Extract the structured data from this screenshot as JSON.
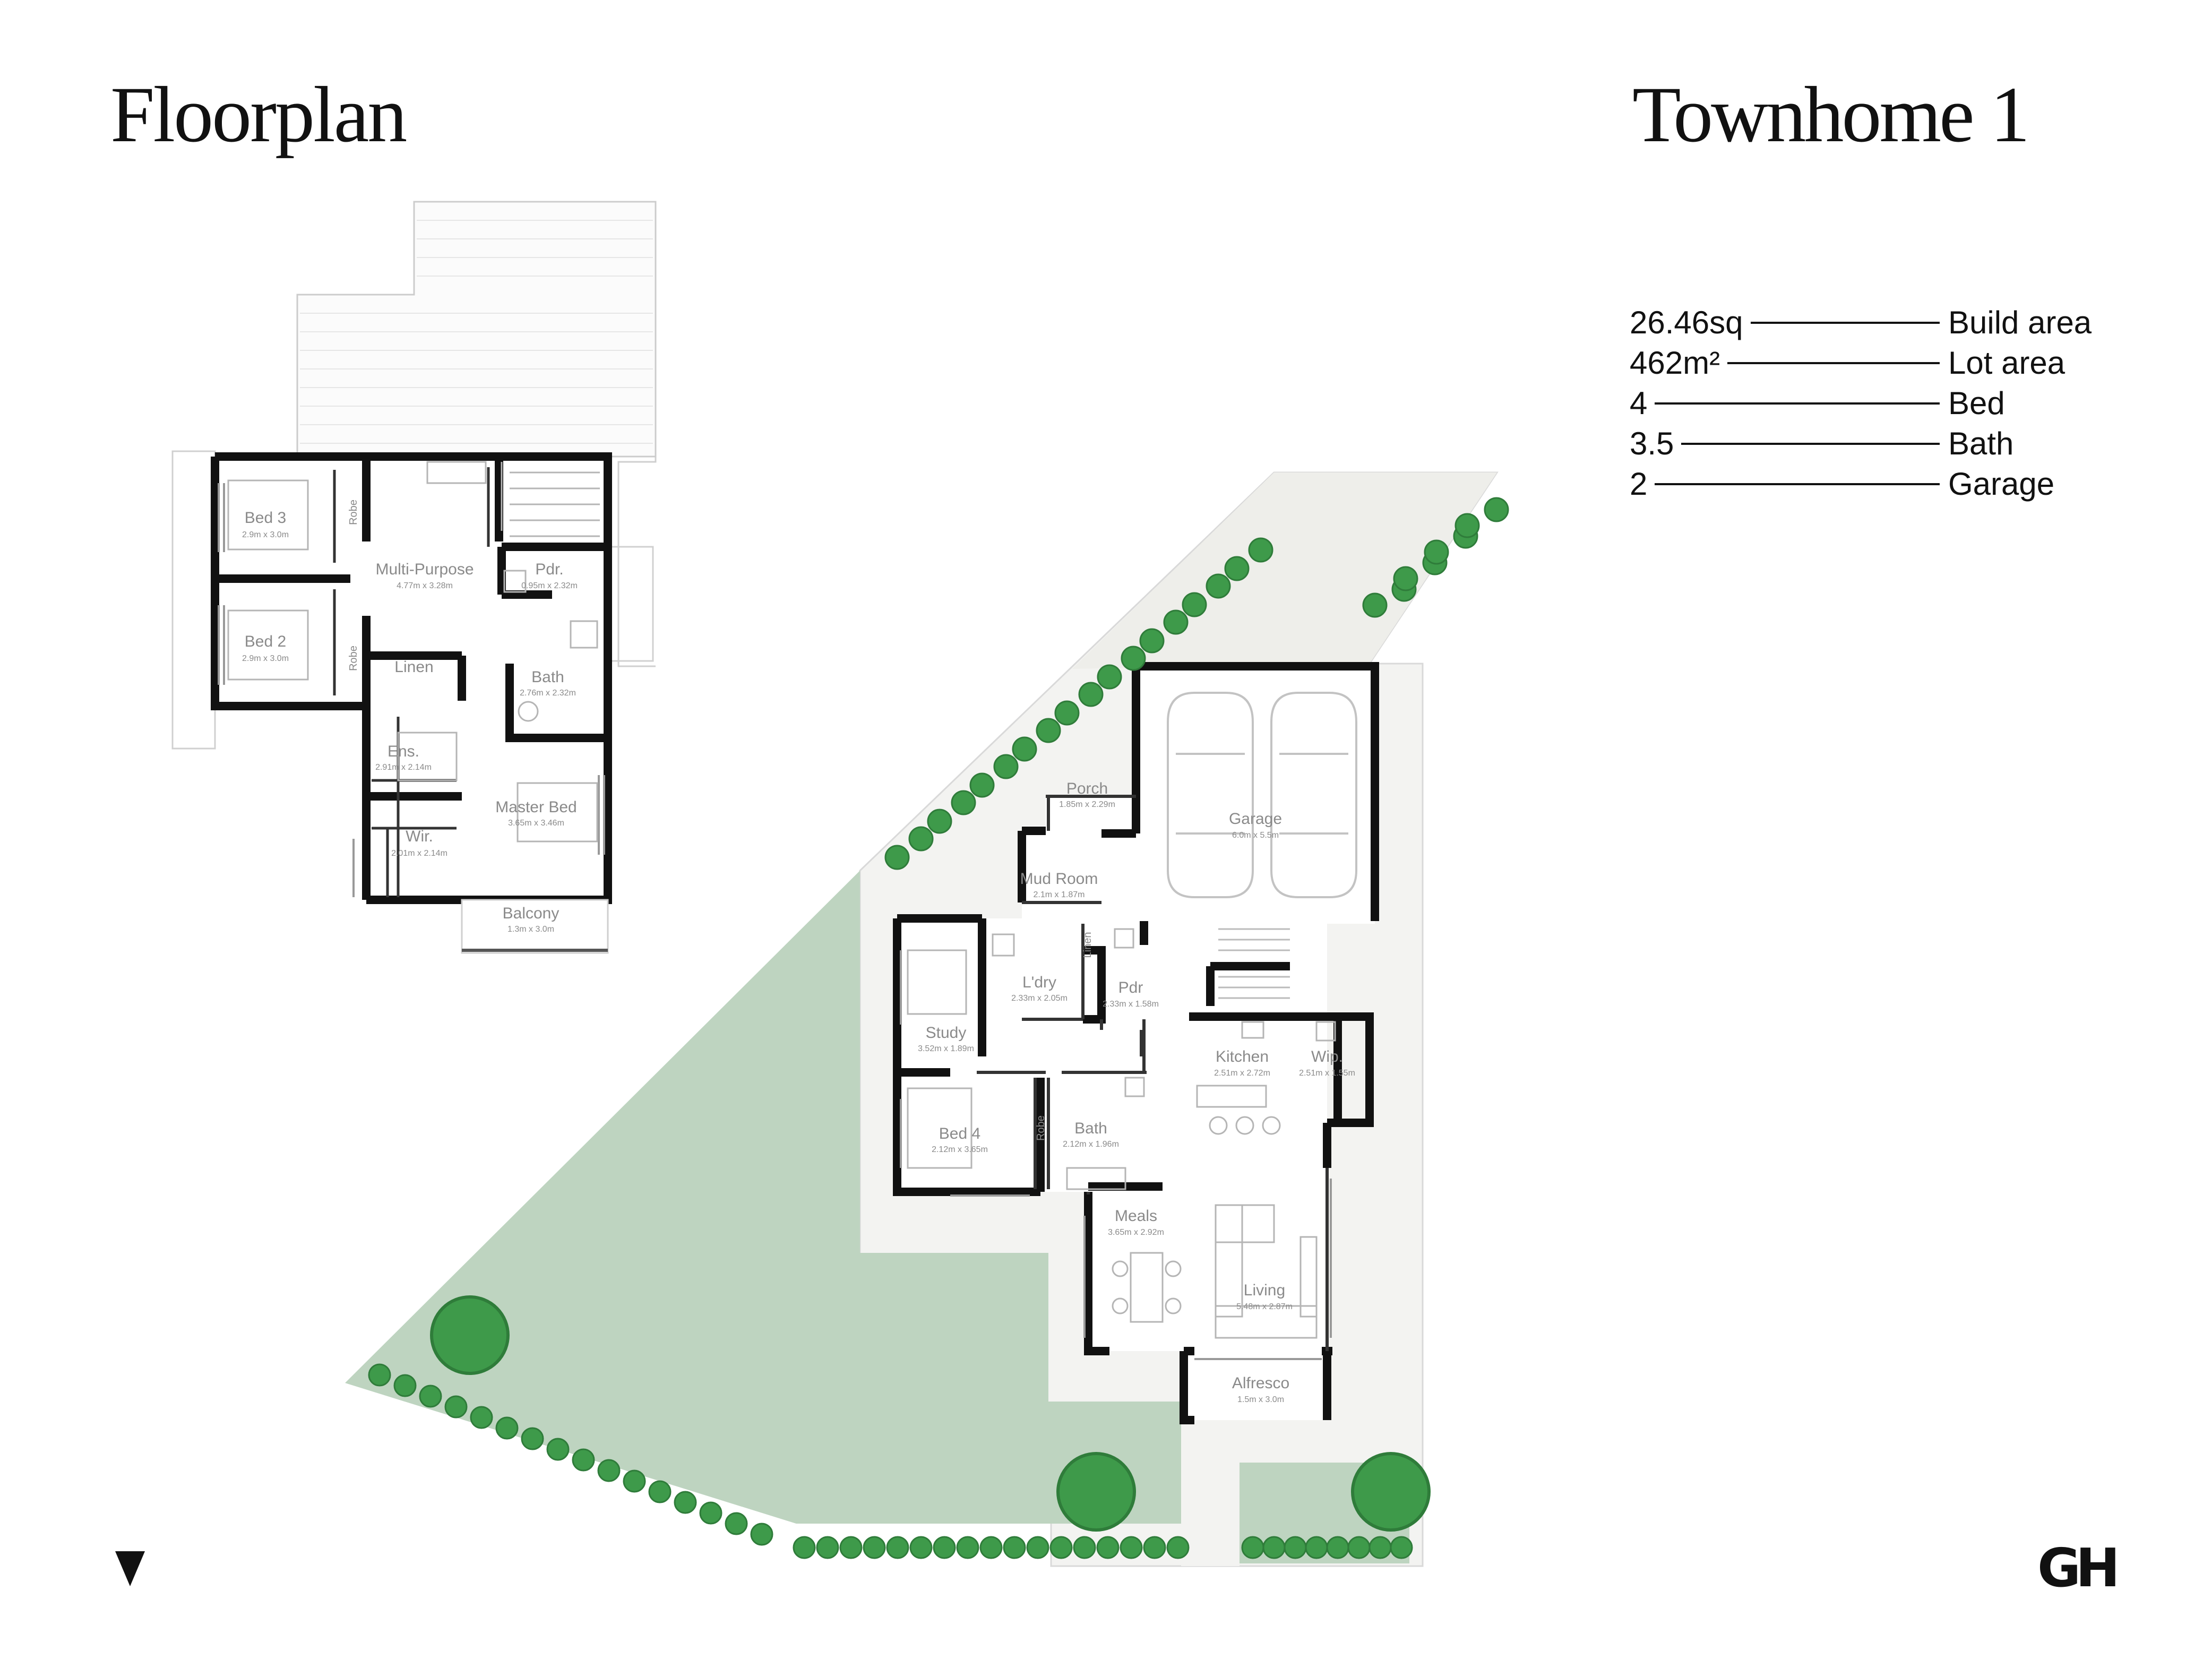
{
  "header": {
    "title": "Floorplan",
    "property_name": "Townhome 1"
  },
  "specs": [
    {
      "value": "26.46sq",
      "label": "Build area"
    },
    {
      "value": "462m²",
      "label": "Lot area"
    },
    {
      "value": "4",
      "label": "Bed"
    },
    {
      "value": "3.5",
      "label": "Bath"
    },
    {
      "value": "2",
      "label": "Garage"
    }
  ],
  "upper_floor": {
    "rooms": [
      {
        "name": "Bed 3",
        "dims": "2.9m x 3.0m"
      },
      {
        "name": "Bed 2",
        "dims": "2.9m x 3.0m"
      },
      {
        "name": "Multi-Purpose",
        "dims": "4.77m x 3.28m"
      },
      {
        "name": "Pdr.",
        "dims": "0.95m x 2.32m"
      },
      {
        "name": "Linen"
      },
      {
        "name": "Bath",
        "dims": "2.76m x 2.32m"
      },
      {
        "name": "Ens.",
        "dims": "2.91m x 2.14m"
      },
      {
        "name": "Master Bed",
        "dims": "3.65m x 3.46m"
      },
      {
        "name": "Wir.",
        "dims": "2.01m x 2.14m"
      },
      {
        "name": "Balcony",
        "dims": "1.3m x 3.0m"
      },
      {
        "name": "Robe"
      },
      {
        "name": "Robe"
      }
    ]
  },
  "ground_floor": {
    "rooms": [
      {
        "name": "Porch",
        "dims": "1.85m x 2.29m"
      },
      {
        "name": "Garage",
        "dims": "6.0m x 5.5m"
      },
      {
        "name": "Mud Room",
        "dims": "2.1m x 1.87m"
      },
      {
        "name": "L'dry",
        "dims": "2.33m x 2.05m"
      },
      {
        "name": "Pdr",
        "dims": "2.33m x 1.58m"
      },
      {
        "name": "Study",
        "dims": "3.52m x 1.89m"
      },
      {
        "name": "Kitchen",
        "dims": "2.51m x 2.72m"
      },
      {
        "name": "Wip.",
        "dims": "2.51m x 1.55m"
      },
      {
        "name": "Bed 4",
        "dims": "2.12m x 3.65m"
      },
      {
        "name": "Bath",
        "dims": "2.12m x 1.96m"
      },
      {
        "name": "Meals",
        "dims": "3.65m x 2.92m"
      },
      {
        "name": "Living",
        "dims": "5.48m x 2.87m"
      },
      {
        "name": "Alfresco",
        "dims": "1.5m x 3.0m"
      },
      {
        "name": "Linen"
      },
      {
        "name": "Robe"
      }
    ]
  },
  "colors": {
    "wall": "#111111",
    "lawn": "#bed4c0",
    "paving": "#f3f3f1",
    "tree": "#3e9a4a",
    "tree_dark": "#2f7c3a",
    "label": "#8a8a8a"
  },
  "logo": "GH"
}
